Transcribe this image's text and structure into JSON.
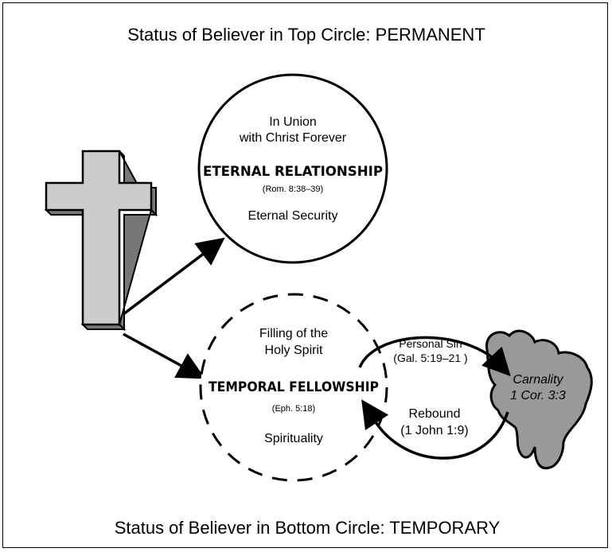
{
  "header": {
    "title": "Status of Believer in Top Circle: PERMANENT"
  },
  "footer": {
    "title": "Status of Believer in Bottom Circle: TEMPORARY"
  },
  "top_circle": {
    "line1": "In Union",
    "line2": "with Christ Forever",
    "heading": "ETERNAL RELATIONSHIP",
    "reference": "(Rom. 8:38–39)",
    "footer_text": "Eternal Security"
  },
  "bottom_circle": {
    "line1": "Filling of the",
    "line2": "Holy Spirit",
    "heading": "TEMPORAL FELLOWSHIP",
    "reference": "(Eph. 5:18)",
    "footer_text": "Spirituality"
  },
  "sin_arrow": {
    "label": "Personal Sin",
    "reference": "(Gal. 5:19–21 )"
  },
  "rebound_arrow": {
    "label": "Rebound",
    "reference": "(1 John 1:9)"
  },
  "carnality": {
    "label": "Carnality",
    "reference": "1 Cor. 3:3"
  },
  "colors": {
    "cross_fill": "#cccccc",
    "carnality_fill": "#999999",
    "ink": "#000000"
  }
}
